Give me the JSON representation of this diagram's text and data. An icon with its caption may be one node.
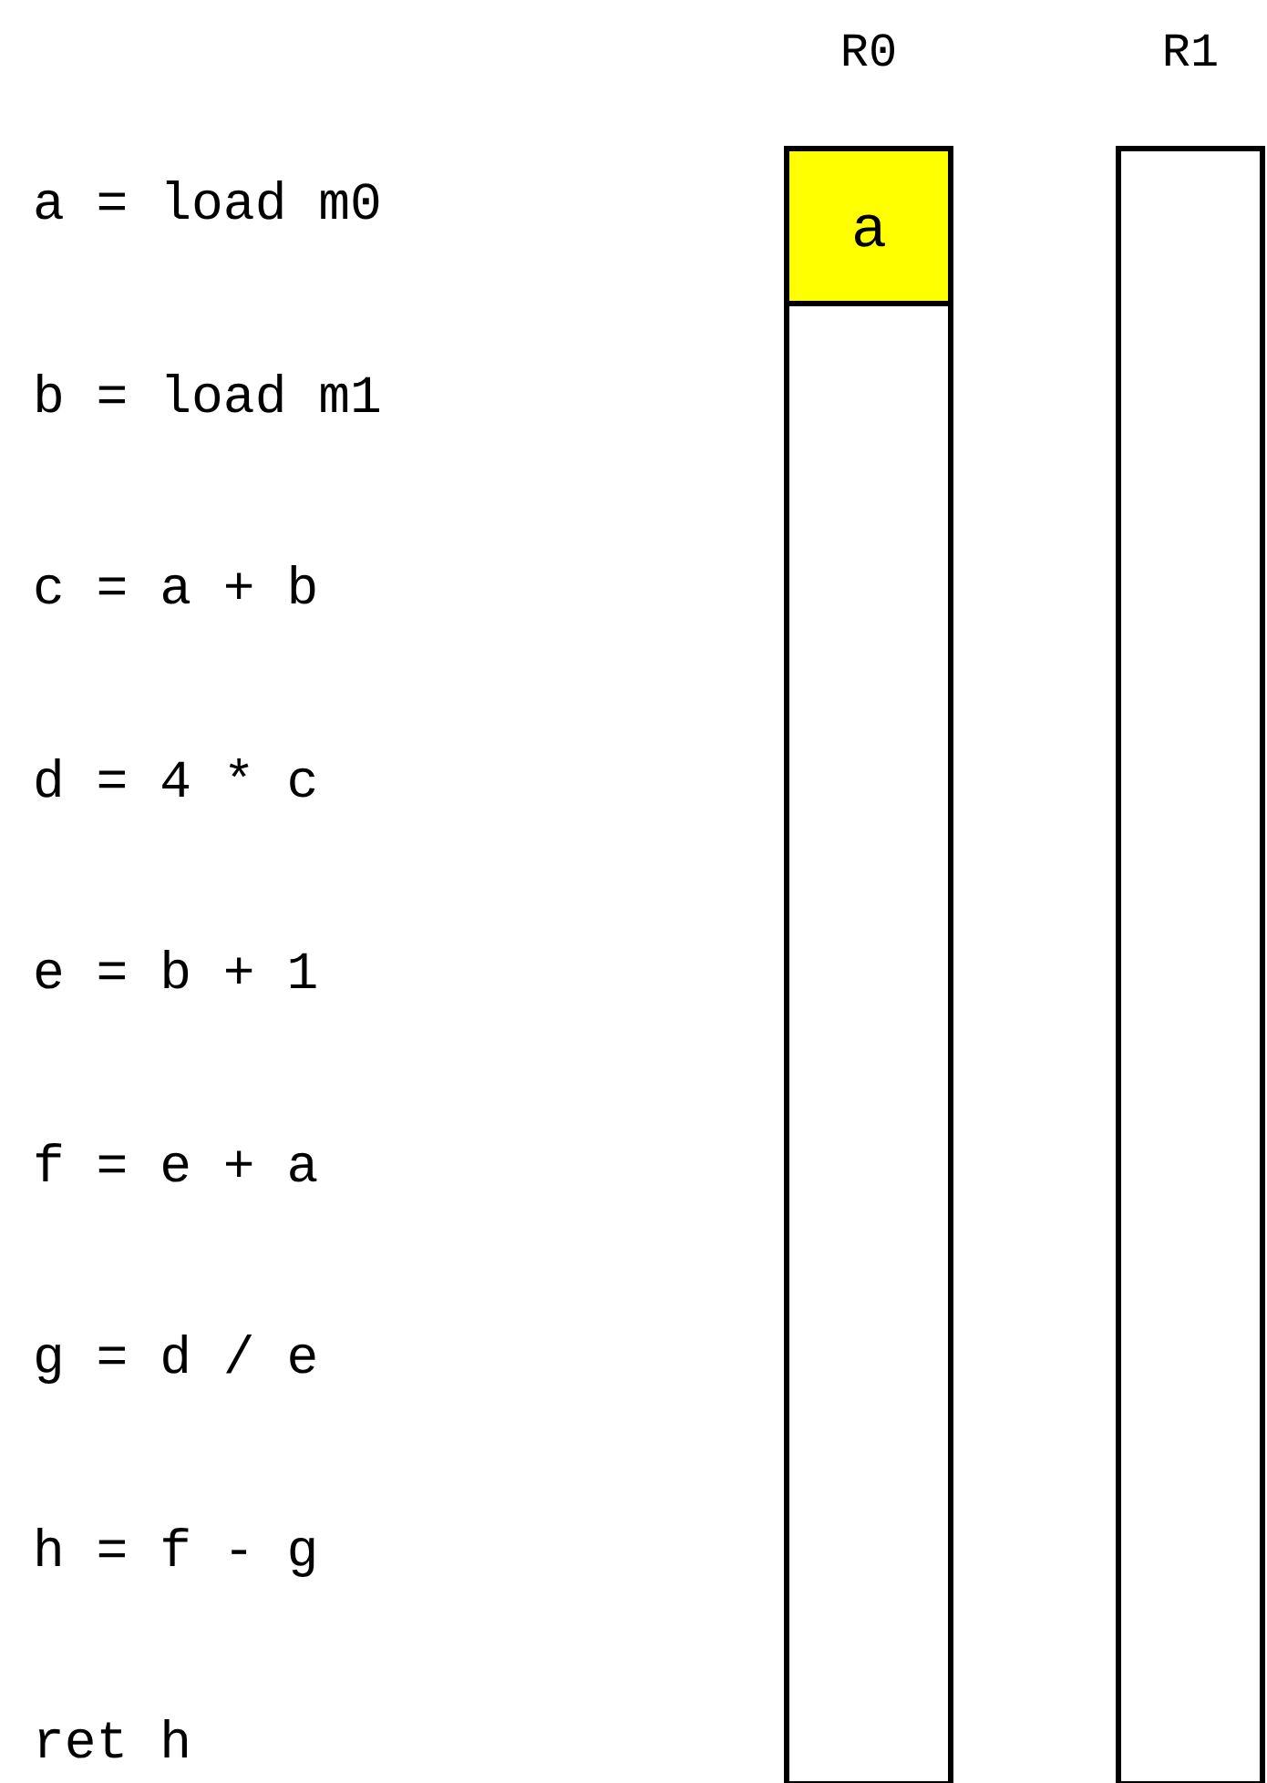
{
  "diagram": {
    "nodes": [
      {
        "text": [
          "R0"
        ]
      },
      {
        "text": [
          "R1"
        ]
      },
      {
        "text": [
          "a"
        ],
        "in": 0
      }
    ],
    "labels": [
      "a = load m0",
      "b = load m1",
      "c = a + b",
      "d = 4 * c",
      "e = b + 1",
      "f = e + a",
      "g = d / e",
      "h = f - g",
      "ret h"
    ]
  }
}
